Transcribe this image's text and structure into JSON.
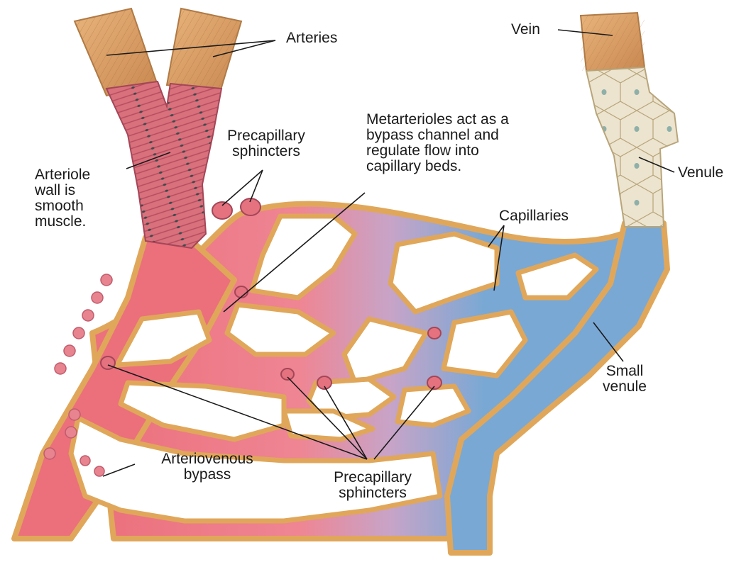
{
  "labels": {
    "arteries": "Arteries",
    "vein": "Vein",
    "metarterioles": [
      "Metarterioles act as a",
      "bypass channel and",
      "regulate flow into",
      "capillary beds."
    ],
    "precapillary_top": [
      "Precapillary",
      "sphincters"
    ],
    "arteriole_wall": [
      "Arteriole",
      "wall is",
      "smooth",
      "muscle."
    ],
    "venule": "Venule",
    "capillaries": "Capillaries",
    "small_venule": [
      "Small",
      "venule"
    ],
    "arteriovenous": [
      "Arteriovenous",
      "bypass"
    ],
    "precapillary_bottom": [
      "Precapillary",
      "sphincters"
    ]
  },
  "colors": {
    "arterial_blood": "#ec6f7c",
    "venous_blood": "#7aa8d4",
    "vessel_wall": "#e9b766",
    "artery_outer": "#d99a5e",
    "vein_outer": "#ddb98a",
    "venule_wall": "#ece4cf",
    "smooth_muscle": "#d9717d"
  }
}
